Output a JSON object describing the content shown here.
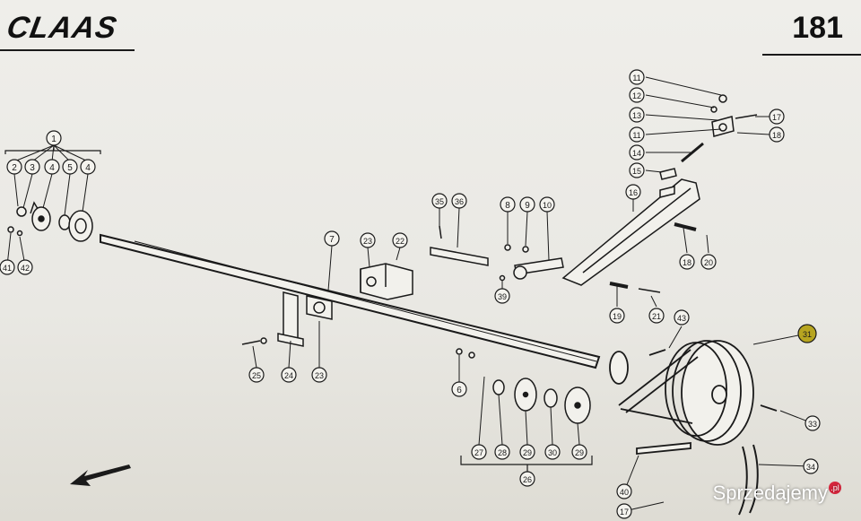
{
  "header": {
    "brand": "CLAAS",
    "page_number": "181"
  },
  "colors": {
    "paper": "#eceae5",
    "ink": "#1a1a1a",
    "highlight": "#b7a520"
  },
  "callouts": [
    "1",
    "2",
    "3",
    "4",
    "5",
    "4",
    "41",
    "42",
    "7",
    "23",
    "22",
    "35",
    "36",
    "8",
    "9",
    "10",
    "39",
    "11",
    "12",
    "13",
    "11",
    "14",
    "15",
    "16",
    "17",
    "18",
    "18",
    "20",
    "19",
    "21",
    "43",
    "31",
    "33",
    "34",
    "25",
    "24",
    "23",
    "6",
    "27",
    "28",
    "29",
    "30",
    "29",
    "26",
    "40",
    "17"
  ],
  "watermark": {
    "text": "Sprzedajemy",
    "suffix": ".pl"
  }
}
